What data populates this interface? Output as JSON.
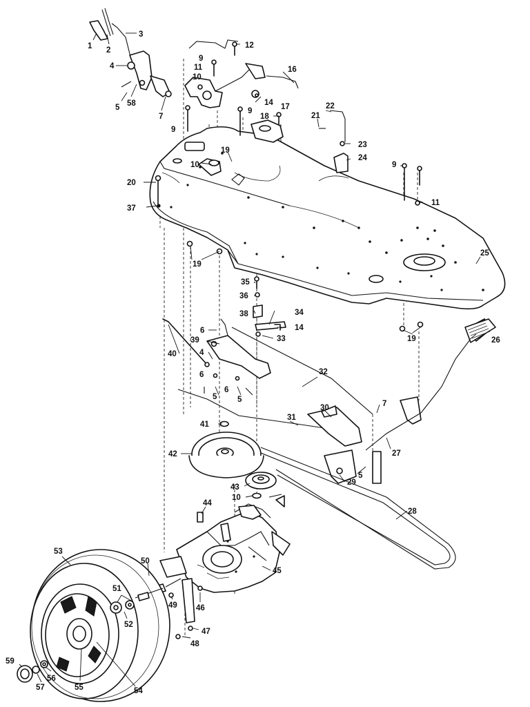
{
  "callouts": [
    {
      "id": "c1",
      "text": "1"
    },
    {
      "id": "c2",
      "text": "2"
    },
    {
      "id": "c3",
      "text": "3"
    },
    {
      "id": "c4",
      "text": "4"
    },
    {
      "id": "c5",
      "text": "5"
    },
    {
      "id": "c58",
      "text": "58"
    },
    {
      "id": "c7",
      "text": "7"
    },
    {
      "id": "c9a",
      "text": "9"
    },
    {
      "id": "c12",
      "text": "12"
    },
    {
      "id": "c11a",
      "text": "11"
    },
    {
      "id": "c10a",
      "text": "10"
    },
    {
      "id": "c14a",
      "text": "14"
    },
    {
      "id": "c16",
      "text": "16"
    },
    {
      "id": "c9b",
      "text": "9"
    },
    {
      "id": "c17",
      "text": "17"
    },
    {
      "id": "c9c",
      "text": "9"
    },
    {
      "id": "c18",
      "text": "18"
    },
    {
      "id": "c21",
      "text": "21"
    },
    {
      "id": "c22",
      "text": "22"
    },
    {
      "id": "c23",
      "text": "23"
    },
    {
      "id": "c24",
      "text": "24"
    },
    {
      "id": "c19a",
      "text": "19"
    },
    {
      "id": "c10b",
      "text": "10"
    },
    {
      "id": "c20",
      "text": "20"
    },
    {
      "id": "c9d",
      "text": "9"
    },
    {
      "id": "c11b",
      "text": "11"
    },
    {
      "id": "c37",
      "text": "37"
    },
    {
      "id": "c25",
      "text": "25"
    },
    {
      "id": "c19b",
      "text": "19"
    },
    {
      "id": "c35",
      "text": "35"
    },
    {
      "id": "c36",
      "text": "36"
    },
    {
      "id": "c38",
      "text": "38"
    },
    {
      "id": "c34",
      "text": "34"
    },
    {
      "id": "c14b",
      "text": "14"
    },
    {
      "id": "c6a",
      "text": "6"
    },
    {
      "id": "c33",
      "text": "33"
    },
    {
      "id": "c19c",
      "text": "19"
    },
    {
      "id": "c26",
      "text": "26"
    },
    {
      "id": "c39",
      "text": "39"
    },
    {
      "id": "c40",
      "text": "40"
    },
    {
      "id": "c4b",
      "text": "4"
    },
    {
      "id": "c6b",
      "text": "6"
    },
    {
      "id": "c6c",
      "text": "6"
    },
    {
      "id": "c32",
      "text": "32"
    },
    {
      "id": "c5b",
      "text": "5"
    },
    {
      "id": "c5c",
      "text": "5"
    },
    {
      "id": "c30",
      "text": "30"
    },
    {
      "id": "c7b",
      "text": "7"
    },
    {
      "id": "c31",
      "text": "31"
    },
    {
      "id": "c41",
      "text": "41"
    },
    {
      "id": "c42",
      "text": "42"
    },
    {
      "id": "c27",
      "text": "27"
    },
    {
      "id": "c5d",
      "text": "5"
    },
    {
      "id": "c29",
      "text": "29"
    },
    {
      "id": "c43",
      "text": "43"
    },
    {
      "id": "c10c",
      "text": "10"
    },
    {
      "id": "c44",
      "text": "44"
    },
    {
      "id": "c28",
      "text": "28"
    },
    {
      "id": "c53",
      "text": "53"
    },
    {
      "id": "c50",
      "text": "50"
    },
    {
      "id": "c45",
      "text": "45"
    },
    {
      "id": "c51",
      "text": "51"
    },
    {
      "id": "c49",
      "text": "49"
    },
    {
      "id": "c46",
      "text": "46"
    },
    {
      "id": "c52",
      "text": "52"
    },
    {
      "id": "c47",
      "text": "47"
    },
    {
      "id": "c48",
      "text": "48"
    },
    {
      "id": "c59",
      "text": "59"
    },
    {
      "id": "c56",
      "text": "56"
    },
    {
      "id": "c57",
      "text": "57"
    },
    {
      "id": "c55",
      "text": "55"
    },
    {
      "id": "c54",
      "text": "54"
    }
  ]
}
